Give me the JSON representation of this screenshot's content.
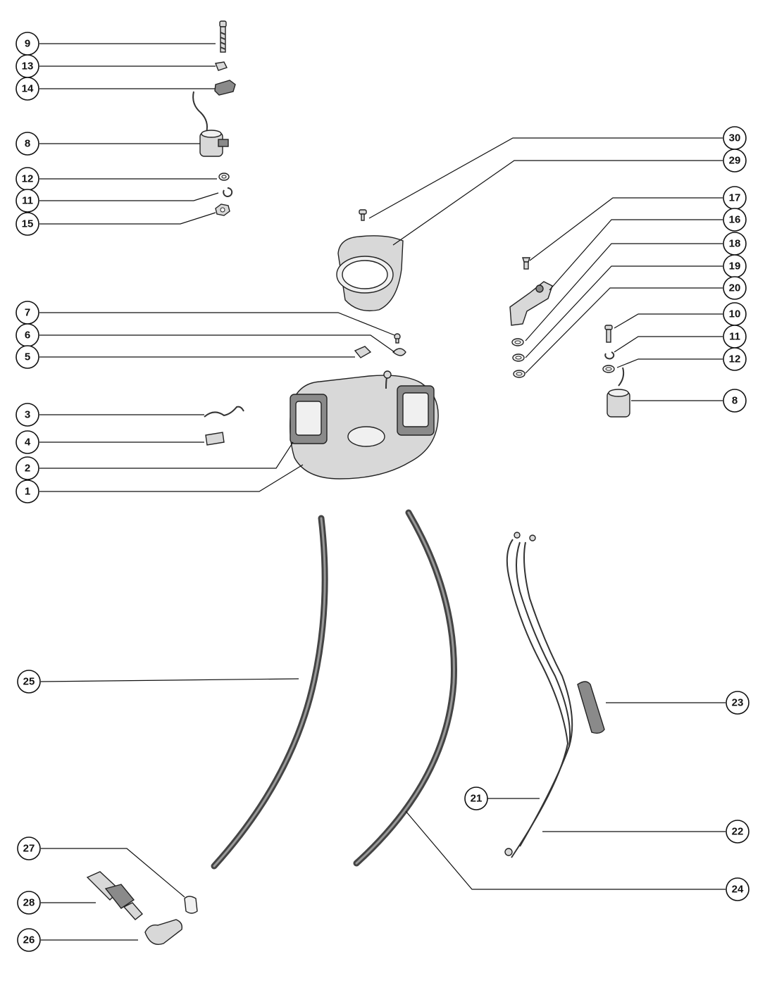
{
  "callouts": [
    {
      "id": "c9",
      "label": "9"
    },
    {
      "id": "c13",
      "label": "13"
    },
    {
      "id": "c14",
      "label": "14"
    },
    {
      "id": "c8a",
      "label": "8"
    },
    {
      "id": "c12a",
      "label": "12"
    },
    {
      "id": "c11a",
      "label": "11"
    },
    {
      "id": "c15",
      "label": "15"
    },
    {
      "id": "c7",
      "label": "7"
    },
    {
      "id": "c6",
      "label": "6"
    },
    {
      "id": "c5",
      "label": "5"
    },
    {
      "id": "c3",
      "label": "3"
    },
    {
      "id": "c4",
      "label": "4"
    },
    {
      "id": "c2",
      "label": "2"
    },
    {
      "id": "c1",
      "label": "1"
    },
    {
      "id": "c30",
      "label": "30"
    },
    {
      "id": "c29",
      "label": "29"
    },
    {
      "id": "c17",
      "label": "17"
    },
    {
      "id": "c16",
      "label": "16"
    },
    {
      "id": "c18",
      "label": "18"
    },
    {
      "id": "c19",
      "label": "19"
    },
    {
      "id": "c20",
      "label": "20"
    },
    {
      "id": "c10",
      "label": "10"
    },
    {
      "id": "c11b",
      "label": "11"
    },
    {
      "id": "c12b",
      "label": "12"
    },
    {
      "id": "c8b",
      "label": "8"
    },
    {
      "id": "c25",
      "label": "25"
    },
    {
      "id": "c23",
      "label": "23"
    },
    {
      "id": "c21",
      "label": "21"
    },
    {
      "id": "c22",
      "label": "22"
    },
    {
      "id": "c24",
      "label": "24"
    },
    {
      "id": "c27",
      "label": "27"
    },
    {
      "id": "c28",
      "label": "28"
    },
    {
      "id": "c26",
      "label": "26"
    }
  ]
}
